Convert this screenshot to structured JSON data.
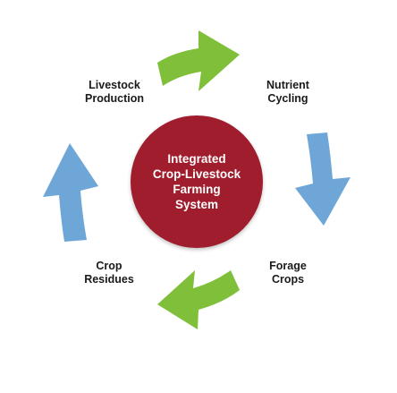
{
  "colors": {
    "green_arrow": "#7fbf3a",
    "blue_arrow": "#6fa6d8",
    "center_fill": "#a01d2d",
    "label_text": "#1a1a1a",
    "center_text": "#ffffff"
  },
  "labels": {
    "livestock_production": [
      "Livestock",
      "Production"
    ],
    "nutrient_cycling": [
      "Nutrient",
      "Cycling"
    ],
    "forage_crops": [
      "Forage",
      "Crops"
    ],
    "crop_residues": [
      "Crop",
      "Residues"
    ]
  },
  "center": {
    "lines": [
      "Integrated",
      "Crop-Livestock",
      "Farming",
      "System"
    ]
  },
  "arrows": [
    {
      "name": "top-arrow",
      "color": "green",
      "direction": "right"
    },
    {
      "name": "right-arrow",
      "color": "blue",
      "direction": "down"
    },
    {
      "name": "bottom-arrow",
      "color": "green",
      "direction": "left"
    },
    {
      "name": "left-arrow",
      "color": "blue",
      "direction": "up"
    }
  ]
}
